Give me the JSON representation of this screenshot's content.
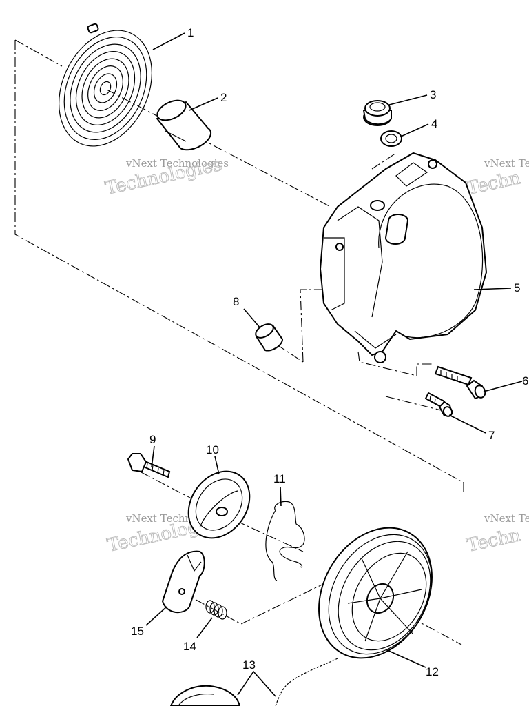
{
  "watermarks": [
    {
      "line1": "vNext Technologies",
      "line2": "Technologies"
    },
    {
      "line1": "vNext Te",
      "line2": "Techn"
    },
    {
      "line1": "vNext Technologies",
      "line2": "Technologies"
    },
    {
      "line1": "vNext Te",
      "line2": "Techn"
    }
  ],
  "callouts": [
    "1",
    "2",
    "3",
    "4",
    "5",
    "6",
    "7",
    "8",
    "9",
    "10",
    "11",
    "12",
    "13",
    "14",
    "15"
  ]
}
